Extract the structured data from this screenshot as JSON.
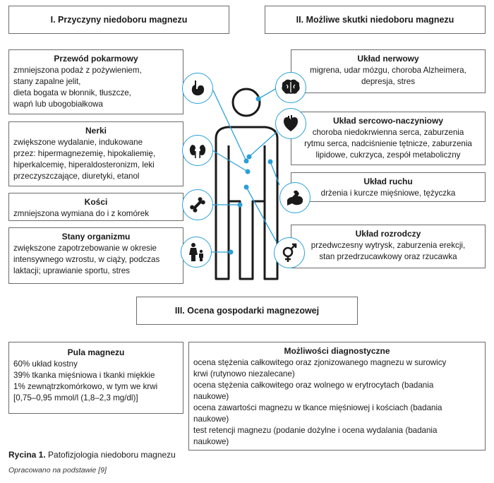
{
  "headers": {
    "causes": "I. Przyczyny niedoboru magnezu",
    "effects": "II. Możliwe skutki niedoboru magnezu",
    "assessment": "III. Ocena gospodarki magnezowej"
  },
  "causes": [
    {
      "title": "Przewód pokarmowy",
      "lines": [
        "zmniejszona podaż z pożywieniem,",
        "stany zapalne jelit,",
        "dieta bogata w błonnik, tłuszcze,",
        "wapń lub ubogobiałkowa"
      ],
      "icon": "stomach-icon"
    },
    {
      "title": "Nerki",
      "lines": [
        "zwiększone wydalanie, indukowane",
        "przez: hipermagnezemię, hipokaliemię,",
        "hiperkalcemię, hiperaldosteronizm, leki",
        "przeczyszczające, diuretyki, etanol"
      ],
      "icon": "kidneys-icon"
    },
    {
      "title": "Kości",
      "lines": [
        "zmniejszona wymiana do i z komórek"
      ],
      "icon": "bone-icon"
    },
    {
      "title": "Stany organizmu",
      "lines": [
        "zwiększone zapotrzebowanie w okresie",
        "intensywnego wzrostu, w ciąży, podczas",
        "laktacji; uprawianie sportu, stres"
      ],
      "icon": "mother-child-icon"
    }
  ],
  "effects": [
    {
      "title": "Układ nerwowy",
      "lines": [
        "migrena, udar mózgu, choroba Alzheimera,",
        "depresja, stres"
      ],
      "icon": "brain-icon"
    },
    {
      "title": "Układ sercowo-naczyniowy",
      "lines": [
        "choroba niedokrwienna serca, zaburzenia",
        "rytmu serca, nadciśnienie tętnicze, zaburzenia",
        "lipidowe, cukrzyca, zespół metaboliczny"
      ],
      "icon": "heart-icon"
    },
    {
      "title": "Układ ruchu",
      "lines": [
        "drżenia i kurcze mięśniowe, tężyczka"
      ],
      "icon": "muscle-arm-icon"
    },
    {
      "title": "Układ rozrodczy",
      "lines": [
        "przedwczesny wytrysk, zaburzenia erekcji,",
        "stan przedrzucawkowy oraz rzucawka"
      ],
      "icon": "gender-symbol-icon"
    }
  ],
  "pool": {
    "title": "Pula magnezu",
    "lines": [
      "60% układ kostny",
      "39% tkanka mięśniowa i tkanki miękkie",
      "1% zewnątrzkomórkowo, w tym we krwi",
      "[0,75–0,95 mmol/l (1,8–2,3 mg/dl)]"
    ]
  },
  "diagnostics": {
    "title": "Możliwości diagnostyczne",
    "lines": [
      "ocena stężenia całkowitego oraz zjonizowanego magnezu w surowicy",
      "krwi (rutynowo niezalecane)",
      "ocena stężenia całkowitego oraz wolnego w erytrocytach (badania",
      "naukowe)",
      "ocena zawartości magnezu w tkance mięśniowej i kościach (badania",
      "naukowe)",
      "test retencji magnezu (podanie dożylne i ocena wydalania (badania",
      "naukowe)"
    ]
  },
  "caption": {
    "label": "Rycina 1.",
    "text": "Patofizjologia niedoboru magnezu"
  },
  "source": "Opracowano na podstawie [9]",
  "colors": {
    "accent": "#2a9fd8",
    "border": "#6b6b6b",
    "figure": "#1a1a1a"
  }
}
